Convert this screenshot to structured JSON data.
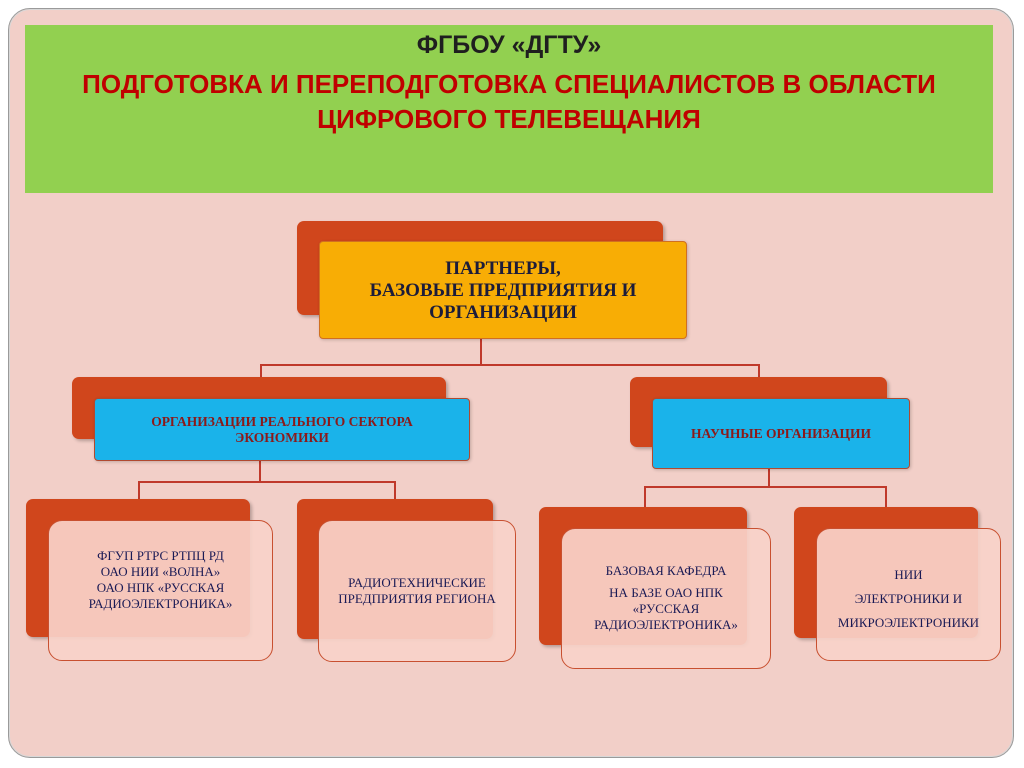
{
  "header": {
    "line1": "ФГБОУ «ДГТУ»",
    "line2": "ПОДГОТОВКА И ПЕРЕПОДГОТОВКА СПЕЦИАЛИСТОВ В ОБЛАСТИ",
    "line3": "ЦИФРОВОГО ТЕЛЕВЕЩАНИЯ"
  },
  "root": {
    "lines": [
      "ПАРТНЕРЫ,",
      "БАЗОВЫЕ ПРЕДПРИЯТИЯ И",
      "ОРГАНИЗАЦИИ"
    ]
  },
  "branches": {
    "left": {
      "lines": [
        "ОРГАНИЗАЦИИ РЕАЛЬНОГО СЕКТОРА",
        "ЭКОНОМИКИ"
      ]
    },
    "right": {
      "lines": [
        "НАУЧНЫЕ ОРГАНИЗАЦИИ"
      ]
    }
  },
  "leaves": {
    "fgup": {
      "lines": [
        "ФГУП РТРС РТПЦ РД",
        "ОАО НИИ «ВОЛНА»",
        "ОАО НПК «РУССКАЯ",
        "РАДИОЭЛЕКТРОНИКА»"
      ]
    },
    "radio": {
      "lines": [
        "РАДИОТЕХНИЧЕСКИЕ",
        "ПРЕДПРИЯТИЯ РЕГИОНА"
      ]
    },
    "kafedra": {
      "lines": [
        "БАЗОВАЯ КАФЕДРА",
        "НА БАЗЕ ОАО НПК",
        "«РУССКАЯ",
        "РАДИОЭЛЕКТРОНИКА»"
      ]
    },
    "nii": {
      "lines": [
        "НИИ",
        "ЭЛЕКТРОНИКИ И",
        "МИКРОЭЛЕКТРОНИКИ"
      ]
    }
  },
  "colors": {
    "background": "#f2cfc8",
    "header": "#92d050",
    "header_title": "#1f1f1f",
    "header_subtitle": "#c00000",
    "back_box": "#d0461c",
    "root_box": "#f8ad05",
    "branch_box": "#1ab3ea",
    "leaf_box": "#f9d2c9",
    "connector": "#c0392b"
  }
}
